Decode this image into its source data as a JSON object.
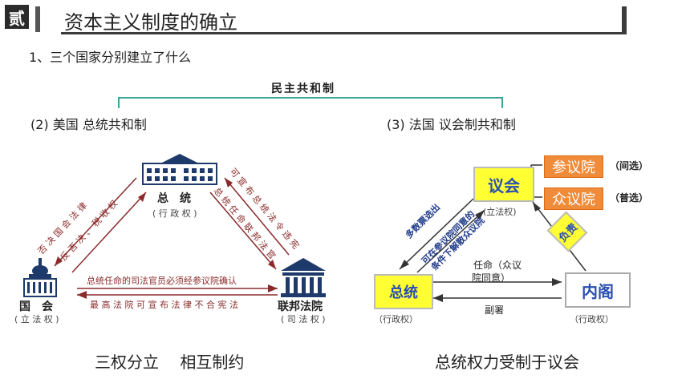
{
  "header": {
    "badge": "贰",
    "title": "资本主义制度的确立",
    "question": "1、三个国家分别建立了什么"
  },
  "republic_label": "民主共和制",
  "usa": {
    "heading": "(2) 美国  总统共和制",
    "president": "总　统",
    "president_role": "( 行 政 权 )",
    "congress": "国　会",
    "congress_role": "( 立 法 权 )",
    "court": "联邦法院",
    "court_role": "( 司 法 权 )",
    "left_edge_1": "否 决 国 会 法 律",
    "left_edge_2": "反 否 决 、 税 收 权",
    "right_edge_1": "可 宣 布 总 统 法 令 违 宪",
    "right_edge_2": "总 统 任 命 联 邦 法 官",
    "bottom_edge_1": "总统任命的司法官员必须经参议院确认",
    "bottom_edge_2": "最 高 法 院 可 宣 布 法 律 不 合 宪 法",
    "caption": "三权分立　 相互制约"
  },
  "france": {
    "heading": "(3) 法国  议会制共和制",
    "parliament": "议会",
    "parliament_role": "(立法权)",
    "senate": "参议院",
    "senate_note": "（间选）",
    "house": "众议院",
    "house_note": "（普选）",
    "president": "总统",
    "president_role": "（行政权）",
    "cabinet": "内阁",
    "cabinet_role": "（行政权）",
    "edge_elect": "多数票选出",
    "edge_dissolve_1": "可在参议院同意的",
    "edge_dissolve_2": "条件下解散众议院",
    "edge_responsible": "负责",
    "edge_appoint_1": "任命（众议",
    "edge_appoint_2": "院同意）",
    "edge_countersign": "副署",
    "caption": "总统权力受制于议会"
  },
  "colors": {
    "bracket": "#3aa39a",
    "usa_text": "#8a2a2a",
    "france_text": "#1e3a8a",
    "yellow": "#ffff33",
    "orange": "#f08b3a"
  }
}
